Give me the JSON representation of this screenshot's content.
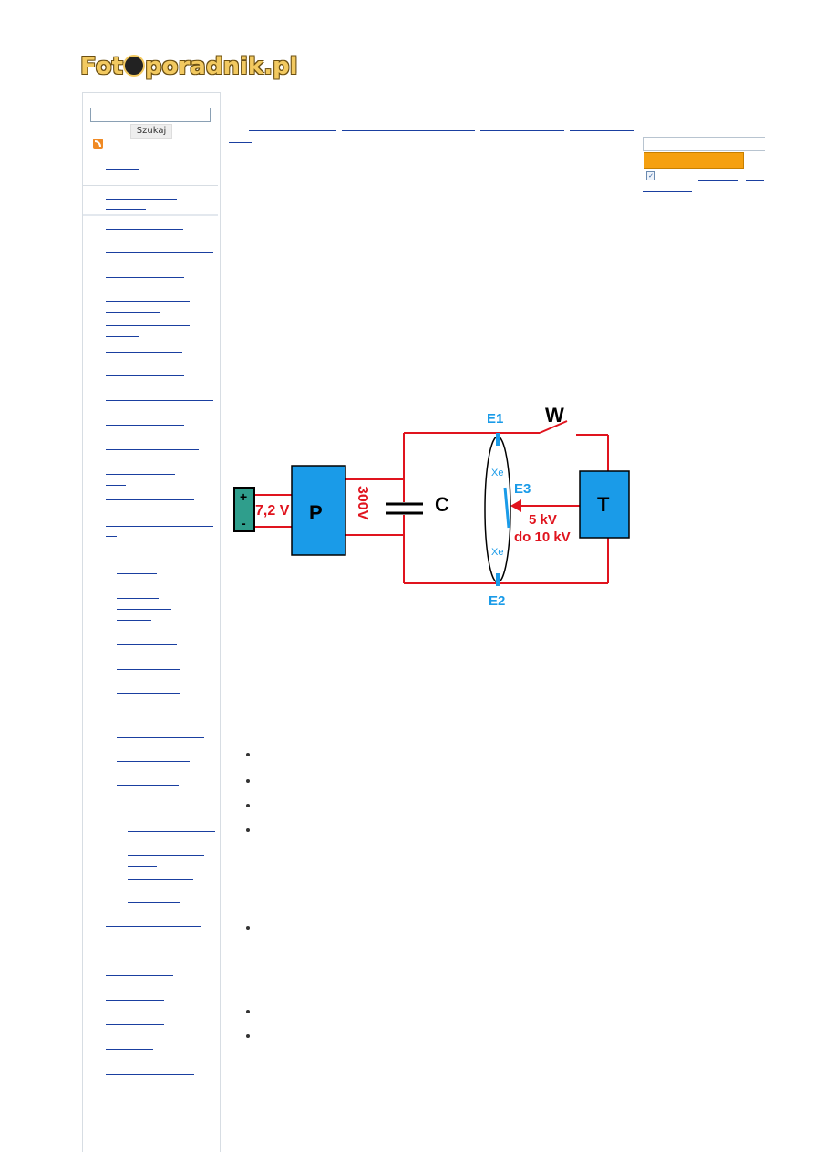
{
  "header": {
    "logo_text_pre": "Fot",
    "logo_text_post": "poradnik.pl"
  },
  "search": {
    "button_label": "Szukaj"
  },
  "diagram": {
    "battery_plus": "+",
    "battery_minus": "-",
    "battery_voltage": "7,2 V",
    "converter_label": "P",
    "converter_voltage": "300V",
    "capacitor_label": "C",
    "switch_label": "W",
    "electrode_1": "E1",
    "electrode_2": "E2",
    "electrode_3": "E3",
    "gas_label_top": "Xe",
    "gas_label_bottom": "Xe",
    "transformer_label": "T",
    "trigger_voltage_line1": "5 kV",
    "trigger_voltage_line2": "do 10 kV"
  },
  "colors": {
    "wire": "#e0141e",
    "block_fill": "#1a9be8",
    "battery_fill": "#2f9e8c",
    "electrode": "#1a9be8",
    "link": "#1a3fa0",
    "orange_button": "#f5a010"
  }
}
